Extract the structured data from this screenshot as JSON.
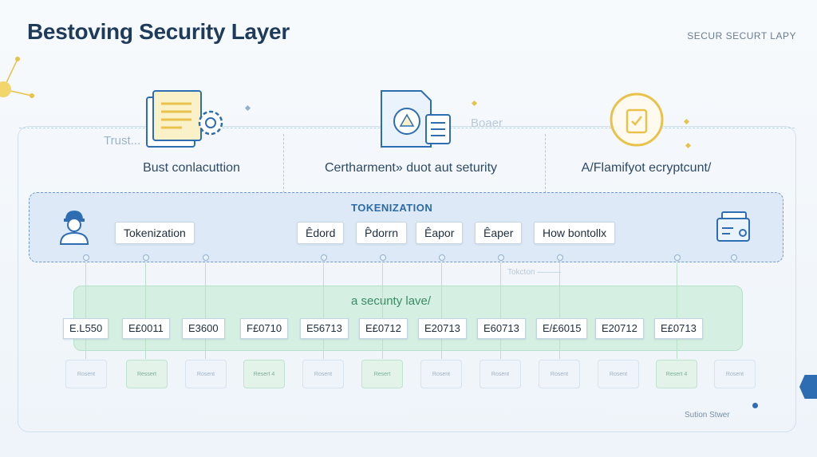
{
  "title": "Bestoving Security Layer",
  "corner_label": "SECUR SECURT LAPY",
  "faded": {
    "trust": "Trust...",
    "boaer": "Boaer",
    "small": "Tokcton ———",
    "bottom": "Sution Stwer"
  },
  "columns": [
    {
      "title": "Bust conlacuttion"
    },
    {
      "title": "Certharment» duot aut seturity"
    },
    {
      "title": "A/Flamifyot ecryptcunt/"
    }
  ],
  "tokenization": {
    "title": "TOKENIZATION",
    "chips": [
      "Tokenization",
      "Êdord",
      "P̂dorrn",
      "Êapor",
      "Êaper",
      "How bontollx"
    ]
  },
  "security_layer": {
    "title": "a secunty lave/",
    "values": [
      "E.L550",
      "E£0011",
      "E3600",
      "F£0710",
      "E56713",
      "E£0712",
      "E20713",
      "E60713",
      "E/£6015",
      "E20712",
      "E£0713"
    ]
  },
  "footer_boxes": [
    {
      "label": "Rosent",
      "tone": "b"
    },
    {
      "label": "Ressert",
      "tone": "g"
    },
    {
      "label": "Rosent",
      "tone": "b"
    },
    {
      "label": "Resert 4",
      "tone": "g"
    },
    {
      "label": "Rosent",
      "tone": "b"
    },
    {
      "label": "Resert",
      "tone": "g"
    },
    {
      "label": "Rosent",
      "tone": "b"
    },
    {
      "label": "Rosent",
      "tone": "b"
    },
    {
      "label": "Rosent",
      "tone": "b"
    },
    {
      "label": "Rosent",
      "tone": "b"
    },
    {
      "label": "Resert 4",
      "tone": "g"
    },
    {
      "label": "Rosent",
      "tone": "b"
    }
  ],
  "colors": {
    "accent": "#2f6db3",
    "token_band": "#dde9f6",
    "green_band": "#d5efe2",
    "icon_yellow": "#e8c24a",
    "icon_blue": "#2f6db3"
  },
  "icons": [
    "document-gear-icon",
    "secure-document-icon",
    "lock-badge-icon",
    "user-icon",
    "credit-card-icon"
  ]
}
